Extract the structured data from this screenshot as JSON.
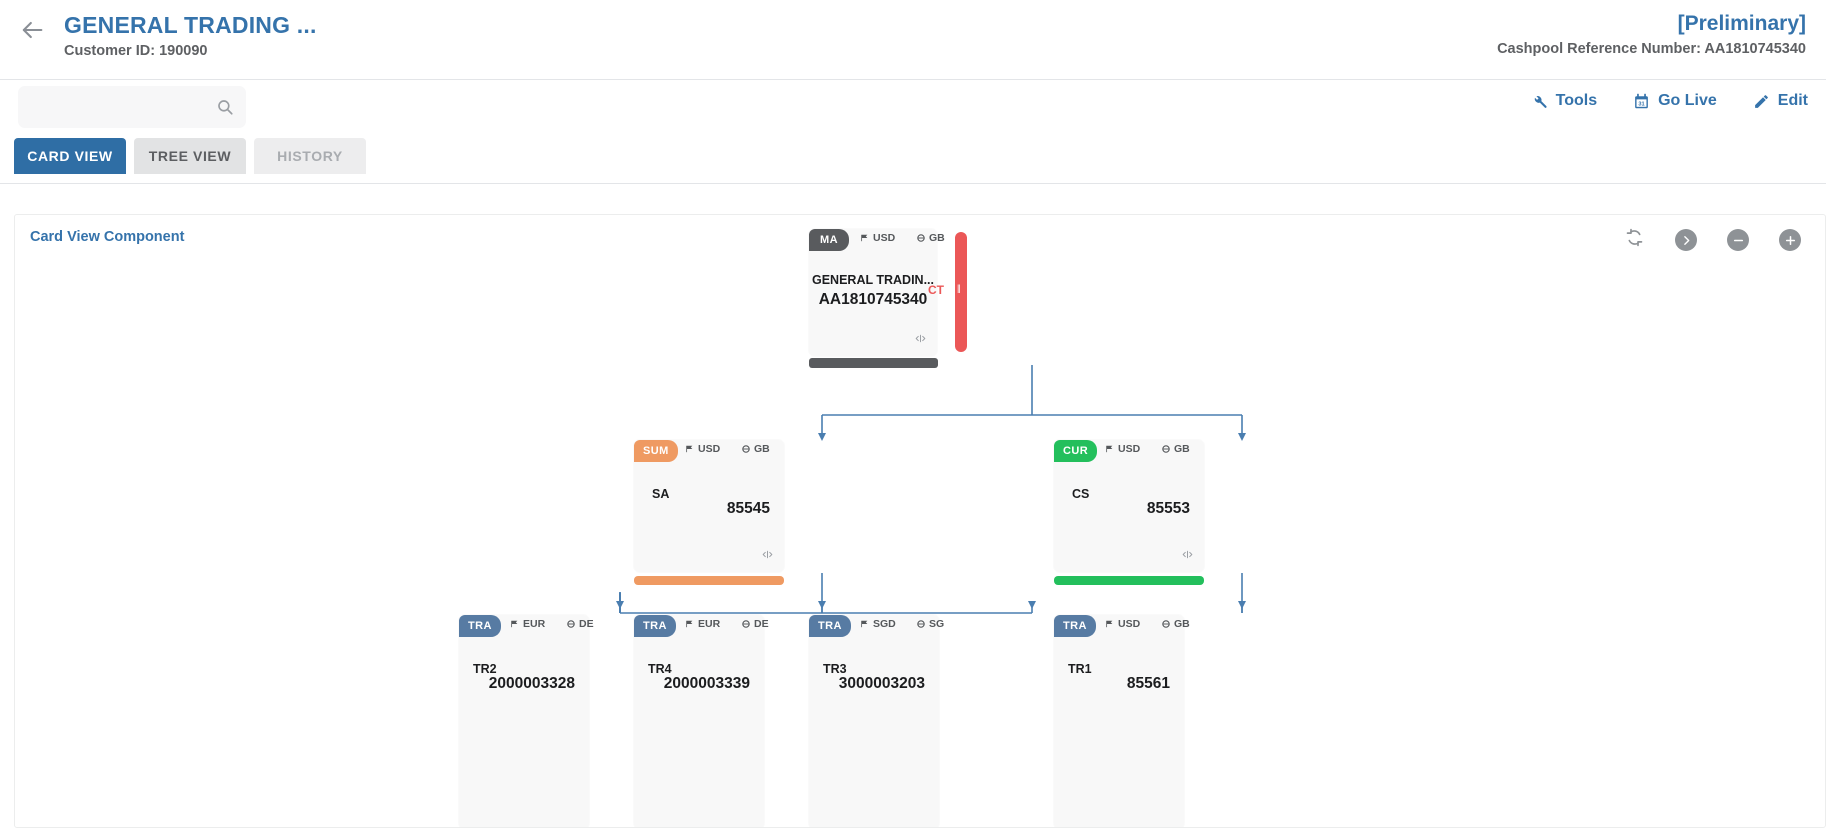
{
  "header": {
    "back_icon": "arrow-left-icon",
    "title": "GENERAL TRADING ...",
    "customer_id": "Customer ID: 190090",
    "status": "[Preliminary]",
    "cashpool_ref": "Cashpool Reference Number: AA1810745340",
    "title_color": "#3573ab"
  },
  "toolbar": {
    "search_value": "",
    "search_placeholder": "",
    "actions": [
      {
        "label": "Tools",
        "icon": "wrench-icon"
      },
      {
        "label": "Go Live",
        "icon": "calendar-icon"
      },
      {
        "label": "Edit",
        "icon": "pencil-icon"
      }
    ]
  },
  "tabs": [
    {
      "label": "CARD VIEW",
      "state": "active"
    },
    {
      "label": "TREE VIEW",
      "state": "inactive"
    },
    {
      "label": "HISTORY",
      "state": "disabled"
    }
  ],
  "panel": {
    "title": "Card View Component",
    "actions": [
      {
        "name": "refresh-icon",
        "glyph": "sync"
      },
      {
        "name": "chevron-right-icon",
        "glyph": "chevron"
      },
      {
        "name": "zoom-out-icon",
        "glyph": "minus"
      },
      {
        "name": "zoom-in-icon",
        "glyph": "plus"
      }
    ]
  },
  "graph": {
    "nodes": [
      {
        "id": "root",
        "type": "root",
        "badge": "MA",
        "badge_color": "#595b5e",
        "currency": "USD",
        "country": "GB",
        "name": "GENERAL TRADIN...",
        "reference": "AA1810745340",
        "footer_color": "#595b5e",
        "side_label": "CT",
        "side_color": "#eb5757"
      },
      {
        "id": "sum",
        "type": "branch",
        "badge": "SUM",
        "badge_color": "#ef9a62",
        "currency": "USD",
        "country": "GB",
        "label": "SA",
        "value": "85545",
        "footer_color": "#ef9a62"
      },
      {
        "id": "cur",
        "type": "branch",
        "badge": "CUR",
        "badge_color": "#23bf5c",
        "currency": "USD",
        "country": "GB",
        "label": "CS",
        "value": "85553",
        "footer_color": "#23bf5c"
      },
      {
        "id": "tr2",
        "type": "leaf",
        "badge": "TRA",
        "badge_color": "#577ba3",
        "currency": "EUR",
        "country": "DE",
        "label": "TR2",
        "value": "2000003328"
      },
      {
        "id": "tr4",
        "type": "leaf",
        "badge": "TRA",
        "badge_color": "#577ba3",
        "currency": "EUR",
        "country": "DE",
        "label": "TR4",
        "value": "2000003339"
      },
      {
        "id": "tr3",
        "type": "leaf",
        "badge": "TRA",
        "badge_color": "#577ba3",
        "currency": "SGD",
        "country": "SG",
        "label": "TR3",
        "value": "3000003203"
      },
      {
        "id": "tr1",
        "type": "leaf",
        "badge": "TRA",
        "badge_color": "#577ba3",
        "currency": "USD",
        "country": "GB",
        "label": "TR1",
        "value": "85561"
      }
    ],
    "edge_color": "#4a7eb0"
  }
}
